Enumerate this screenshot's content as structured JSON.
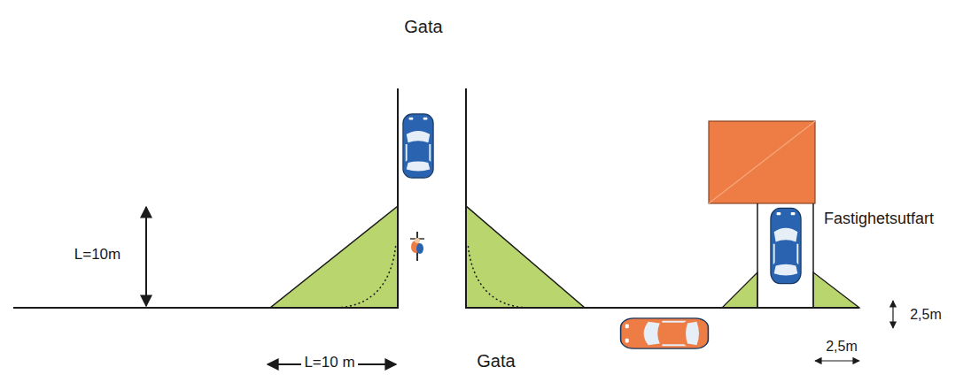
{
  "diagram": {
    "labels": [
      "Gata",
      "L=10m",
      "Fastighetsutfart",
      "2,5m",
      "2,5m",
      "L=10 m",
      "Gata"
    ]
  }
}
